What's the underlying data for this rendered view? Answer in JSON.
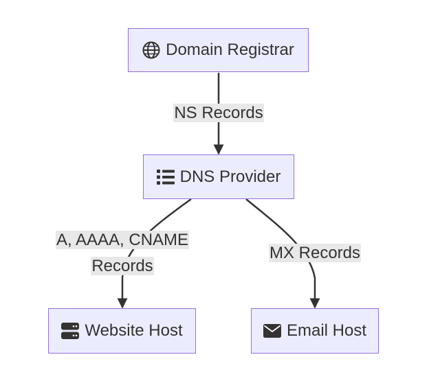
{
  "nodes": {
    "registrar": {
      "label": "Domain Registrar",
      "icon": "globe-icon"
    },
    "dns": {
      "label": "DNS Provider",
      "icon": "list-icon"
    },
    "website": {
      "label": "Website Host",
      "icon": "server-icon"
    },
    "email": {
      "label": "Email Host",
      "icon": "envelope-icon"
    }
  },
  "edges": {
    "registrar_to_dns": {
      "label": "NS Records"
    },
    "dns_to_website": {
      "label_line1": "A, AAAA, CNAME",
      "label_line2": "Records"
    },
    "dns_to_email": {
      "label": "MX Records"
    }
  },
  "colors": {
    "node_fill": "#ececff",
    "node_border": "#9370db",
    "edge": "#333333",
    "label_bg": "#e8e8e8",
    "text": "#333333"
  }
}
